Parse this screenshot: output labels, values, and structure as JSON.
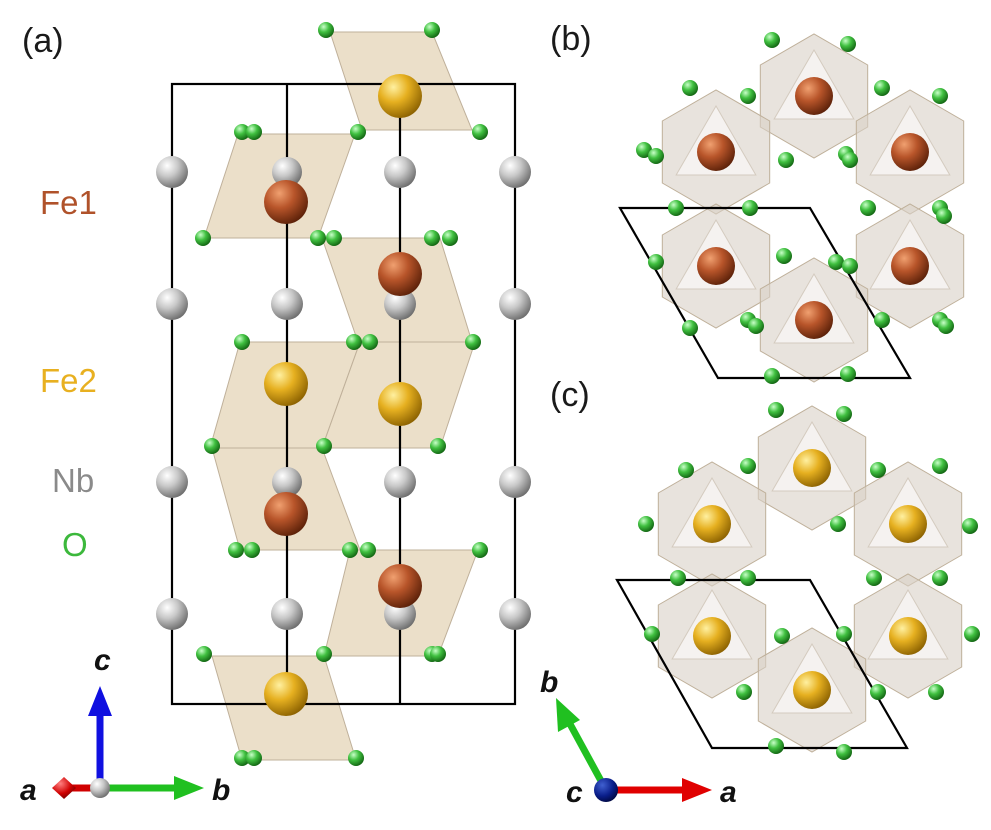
{
  "panels": {
    "a": {
      "label": "(a)"
    },
    "b": {
      "label": "(b)"
    },
    "c": {
      "label": "(c)"
    }
  },
  "legend": [
    {
      "id": "fe1",
      "label": "Fe1",
      "color": "#b0522a"
    },
    {
      "id": "fe2",
      "label": "Fe2",
      "color": "#e8b020"
    },
    {
      "id": "nb",
      "label": "Nb",
      "color": "#8a8a8a"
    },
    {
      "id": "o",
      "label": "O",
      "color": "#3cb83c"
    }
  ],
  "axes_a": {
    "vertical": "c",
    "horizontal": "b",
    "out_of_plane": "a"
  },
  "axes_bc": {
    "diagonal": "b",
    "horizontal": "a",
    "out_of_plane": "c"
  },
  "colors": {
    "polyhedron_a": "#e8d9c0",
    "polyhedron_bc": "#d9d1c6",
    "cell_line": "#000000",
    "axis_red": "#e00000",
    "axis_green": "#20c020",
    "axis_blue": "#1010e0",
    "axis_navy": "#001a80"
  }
}
